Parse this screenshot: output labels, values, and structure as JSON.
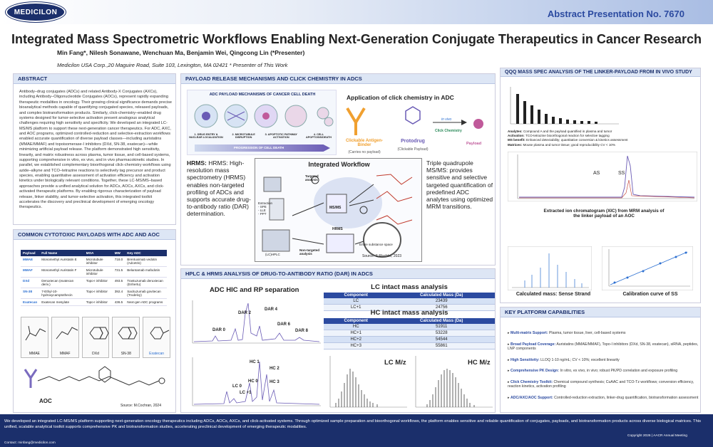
{
  "header": {
    "logo_text": "MEDICILON",
    "abstract_no": "Abstract Presentation No. 7670",
    "title": "Integrated Mass Spectrometric Workflows Enabling Next-Generation Conjugate Therapeutics in Cancer Research",
    "authors": "Min Fang*, Nilesh Sonawane, Wenchuan Ma, Benjamin Wei, Qingcong Lin (*Presenter)",
    "affiliation": "Medicilon USA Corp.,20 Maguire Road, Suite 103, Lexington, MA 02421 * Presenter of This Work"
  },
  "abstract": {
    "heading": "ABSTRACT",
    "text": "Antibody–drug conjugates (ADCs) and related Antibody-X Conjugates (AXCs), including Antibody–Oligonucleotide Conjugates (AOCs), represent rapidly expanding therapeutic modalities in oncology. Their growing clinical significance demands precise bioanalytical methods capable of quantifying conjugated species, released payloads, and complex biotransformation products. Similarly, click-chemistry–enabled drug systems designed for tumor-selective activation present analogous analytical challenges requiring high sensitivity and specificity. We developed an integrated LC-MS/MS platform to support these next-generation cancer therapeutics. For ADC, AXC, and AOC programs, optimized controlled-reduction and selective-extraction workflows enabled accurate quantification of diverse payload classes—including auristatins (MMAE/MMAF) and topoisomerase-I inhibitors (DXd, SN-38, exatecan)—while minimizing artificial payload release. The platform demonstrated high sensitivity, linearity, and matrix robustness across plasma, tumor tissue, and cell-based systems, supporting comprehensive in vitro, ex vivo, and in vivo pharmacokinetic studies. In parallel, we established complementary bioorthogonal click-chemistry workflows using azide–alkyne and TCO–tetrazine reactions to selectively tag precursor and product species, enabling quantitative assessment of activation efficiency and activation kinetics under biologically relevant conditions. Together, these LC-MS/MS–based approaches provide a unified analytical solution for ADCs, AOCs, AXCs, and click-activated therapeutic platforms. By enabling rigorous characterization of payload release, linker stability, and tumor-selective activation, this integrated toolkit accelerates the discovery and preclinical development of emerging oncology therapeutics."
  },
  "payloads": {
    "heading": "COMMON CYTOTOXIC PAYLOADS WITH ADC AND AOC",
    "columns": [
      "Payload",
      "Full Name",
      "MOA",
      "MW",
      "Key ADC"
    ],
    "rows": [
      [
        "MMAE",
        "Monomethyl Auristatin E",
        "Microtubule inhibitor",
        "718.0",
        "Brentuximab vedotin (Adcetris)"
      ],
      [
        "MMAF",
        "Monomethyl Auristatin F",
        "Microtubule inhibitor",
        "731.5",
        "Belantamab mafodotin"
      ],
      [
        "DXd",
        "Deruxtecan (exatecan deriv.)",
        "Topo-I inhibitor",
        "493.5",
        "Trastuzumab deruxtecan (Enhertu)"
      ],
      [
        "SN-38",
        "7-Ethyl-10-hydroxycamptothecin",
        "Topo-I inhibitor",
        "392.4",
        "Sacituzumab govitecan (Trodelvy)"
      ],
      [
        "Exatecan",
        "Exatecan mesylate",
        "Topo-I inhibitor",
        "436.5",
        "Next-gen ADC programs"
      ]
    ],
    "structures": [
      "MMAE",
      "MMAF",
      "DXd",
      "SN-38",
      "Exatecan"
    ],
    "aoc_label": "AOC",
    "source": "Source: M.Cochran, 2024"
  },
  "payload_release": {
    "heading": "PAYLOAD RELEASE MECHANISMS AND CLICK CHEMISTRY IN ADCS",
    "adc_mech_title": "ADC PAYLOAD MECHANISMS OF CANCER CELL DEATH",
    "adc_steps": [
      "1. DRUG ENTRY & NUCLEAR LOCALIZATION",
      "2. MICROTUBULE DISRUPTION",
      "3. APOPTOTIC PATHWAY ACTIVATION",
      "4. CELL APOPTOSIS/DEATH"
    ],
    "progression": "PROGRESSION OF CELL DEATH",
    "click_title": "Application of click chemistry in ADC",
    "click_antigen_binder": "Clickable Antigen-Binder",
    "carries_no_payload": "(Carries no payload)",
    "protodrug": "Protodrug",
    "clickable_payload": "(Clickable Payload)",
    "in_vivo": "in vivo",
    "click_chemistry": "Click Chemistry",
    "payload": "Payload",
    "hrms_text": "HRMS: High-resolution mass spectrometry (HRMS) enables non-targeted profiling of ADCs and supports accurate drug-to-antibody ratio (DAR) determination.",
    "workflow_title": "Integrated Workflow",
    "wf_targeted": "Targeted analysis",
    "wf_msms": "MS/MS",
    "wf_hrms": "HRMS",
    "wf_extraction": "Extraction\n- SPE\n- LLE\n- PPT",
    "wf_lcmsms": "(LC)HPLC",
    "wf_nontargeted": "Non-targeted analysis",
    "wf_entire": "Entire substance space",
    "wf_source": "Source: S.Rischke, 2023",
    "qqq_text": "Triple quadrupole MS/MS: provides sensitive and selective targeted quantification of predefined ADC analytes using optimized MRM transitions."
  },
  "hplc": {
    "heading": "HPLC & HRMS ANALYSIS OF DRUG-TO-ANTIBODY RATIO (DAR) IN ADCS",
    "hic_title": "ADC HIC and RP separation",
    "dar_labels": [
      "DAR 0",
      "DAR 2",
      "DAR 4",
      "DAR 6",
      "DAR 8"
    ],
    "rp_labels": [
      "LC 0",
      "LC +1",
      "HC 0",
      "HC 1",
      "HC 2",
      "HC 3"
    ],
    "lc_title": "LC intact mass analysis",
    "hc_title": "HC intact mass analysis",
    "mass_columns": [
      "Component",
      "Calculated Mass (Da)"
    ],
    "lc_rows": [
      [
        "LC",
        "23439"
      ],
      [
        "LC+1",
        "24756"
      ]
    ],
    "hc_rows": [
      [
        "HC",
        "51911"
      ],
      [
        "HC+1",
        "53228"
      ],
      [
        "HC+2",
        "54544"
      ],
      [
        "HC+3",
        "55861"
      ]
    ],
    "lc_mz": "LC M/z",
    "hc_mz": "HC M/z"
  },
  "qqq": {
    "heading": "QQQ MASS SPEC ANALYSIS OF THE LINKER-PAYLOAD FROM IN VIVO STUDY",
    "notes": [
      [
        "Analytes:",
        "Compound A and the payload quantified in plasma and tumor"
      ],
      [
        "Activation:",
        "TCO-tetrazine bioorthogonal reaction for selective tagging"
      ],
      [
        "MS benefit:",
        "Enhanced detectability; quantitative conversion & kinetics assessment"
      ],
      [
        "Matrices:",
        "Mouse plasma and tumor tissue; good reproducibility CV < 10%"
      ]
    ],
    "as_label": "AS",
    "ss_label": "SS",
    "xic_caption": "Extracted ion chromatogram (XIC) from MRM analysis of the linker payload of an AOC",
    "mass_caption": "Calculated mass: Sense Strand",
    "calib_caption": "Calibration curve of SS"
  },
  "capabilities": {
    "heading": "KEY PLATFORM CAPABILITIES",
    "items": [
      [
        "Multi-matrix Support:",
        "Plasma, tumor tissue, liver, cell-based systems"
      ],
      [
        "Broad Payload Coverage:",
        "Auristatins (MMAE/MMAF), Topo-I inhibitors (DXd, SN-38, exatecan), siRNA, peptides, LNP components"
      ],
      [
        "High Sensitivity:",
        "LLOQ 1-10 ng/mL; CV < 10%; excellent linearity"
      ],
      [
        "Comprehensive PK Design:",
        "In vitro, ex vivo, in vivo; robust PK/PD correlation and exposure profiling"
      ],
      [
        "Click Chemistry Toolkit:",
        "Chemical compound synthesis; CuAAC and TCO-Tz workflows; conversion efficiency, reaction kinetics, activation profiling"
      ],
      [
        "ADC/AXC/AOC Support:",
        "Controlled-reduction extraction, linker-drug quantification, biotransformation assessment"
      ]
    ]
  },
  "footer": {
    "summary": "We developed an integrated LC-MS/MS platform supporting next-generation oncology therapeutics including ADCs, AOCs, AXCs, and click-activated systems. Through optimized sample preparation and bioorthogonal workflows, the platform enables sensitive and reliable quantification of conjugates, payloads, and biotransformation products across diverse biological matrices. This unified, scalable analytical toolkit supports comprehensive PK and biotransformation studies, accelerating preclinical development of emerging therapeutic modalities.",
    "copyright": "Copyright 2026 | AACR Annual Meeting",
    "contact": "Contact: minfang@medicilon.com"
  },
  "colors": {
    "navy": "#1b2f6b",
    "accent": "#2b4aa0",
    "orange": "#f0a030",
    "purple": "#6a5bb5"
  }
}
